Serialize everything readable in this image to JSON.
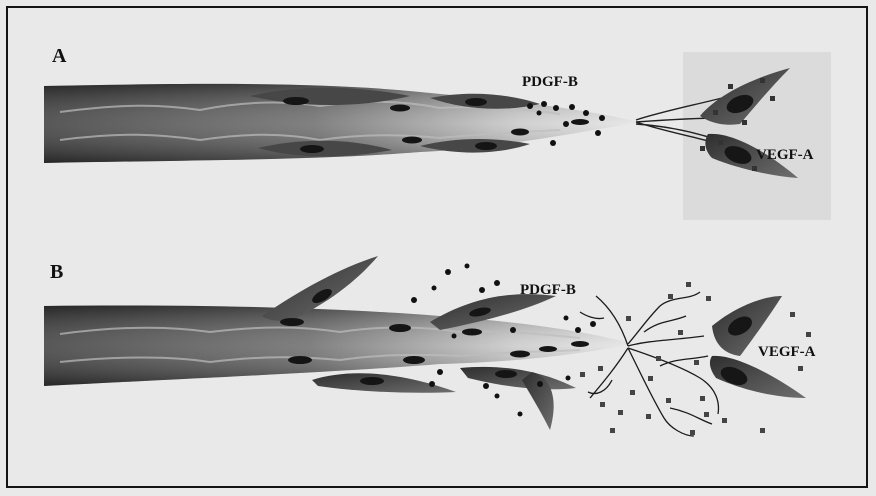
{
  "panels": [
    {
      "label": "A",
      "growth_factor_labels": {
        "stalk": "PDGF-B",
        "target": "VEGF-A"
      }
    },
    {
      "label": "B",
      "growth_factor_labels": {
        "stalk": "PDGF-B",
        "target": "VEGF-A"
      }
    }
  ],
  "colors": {
    "background": "#e9e9e9",
    "frame": "#151515",
    "vessel_dark": "#3c3c3c",
    "vessel_light": "#d6d6d6",
    "pericyte": "#4a4a4a",
    "nucleus": "#161616",
    "tissue_patch": "#cfcfcf"
  }
}
